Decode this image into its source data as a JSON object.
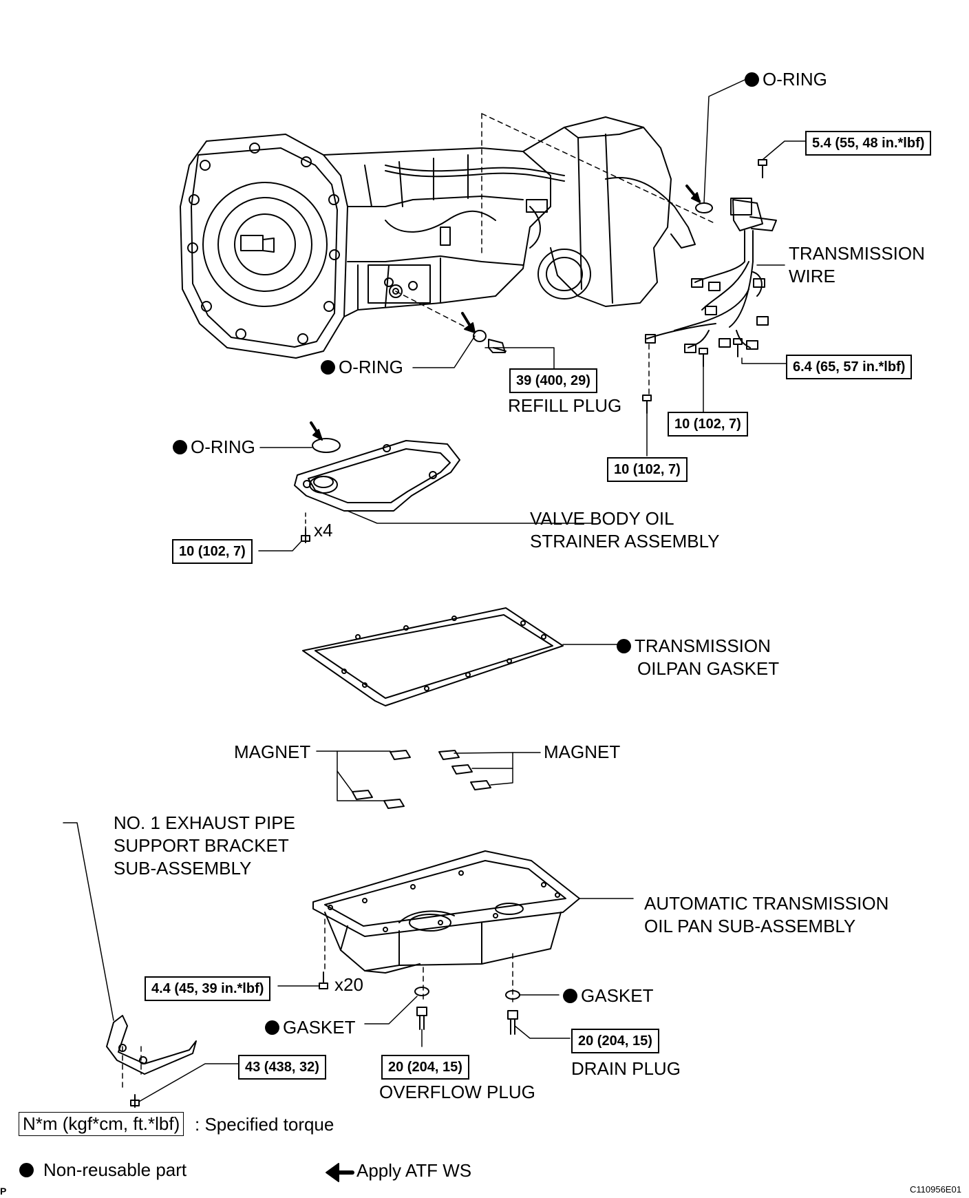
{
  "labels": {
    "o_ring_top": "O-RING",
    "o_ring_refill": "O-RING",
    "o_ring_strainer": "O-RING",
    "transmission_wire": [
      "TRANSMISSION",
      "WIRE"
    ],
    "refill_plug": "REFILL PLUG",
    "valve_body_strainer": [
      "VALVE BODY OIL",
      "STRAINER ASSEMBLY"
    ],
    "oilpan_gasket": [
      "TRANSMISSION",
      "OILPAN GASKET"
    ],
    "magnet_left": "MAGNET",
    "magnet_right": "MAGNET",
    "exhaust_bracket": [
      "NO. 1 EXHAUST PIPE",
      "SUPPORT BRACKET",
      "SUB-ASSEMBLY"
    ],
    "oil_pan": [
      "AUTOMATIC TRANSMISSION",
      "OIL PAN SUB-ASSEMBLY"
    ],
    "gasket_right": "GASKET",
    "gasket_left": "GASKET",
    "drain_plug": "DRAIN PLUG",
    "overflow_plug": "OVERFLOW PLUG",
    "qty_strainer_bolts": "x4",
    "qty_pan_bolts": "x20"
  },
  "torques": {
    "wire_bracket": "5.4 (55, 48 in.*lbf)",
    "wire_clamp": "6.4 (65, 57 in.*lbf)",
    "refill_plug": "39 (400, 29)",
    "wire_bolt_a": "10 (102, 7)",
    "wire_bolt_b": "10 (102, 7)",
    "strainer_bolts": "10 (102, 7)",
    "pan_bolts": "4.4 (45, 39 in.*lbf)",
    "drain_plug": "20 (204, 15)",
    "overflow_plug": "20 (204, 15)",
    "bracket_bolt": "43 (438, 32)"
  },
  "legend": {
    "torque_unit": "N*m (kgf*cm, ft.*lbf)",
    "torque_desc": ": Specified torque",
    "non_reusable": "Non-reusable part",
    "apply_atf": "Apply ATF WS"
  },
  "figure_code": "C110956E01",
  "corner_mark": "P"
}
